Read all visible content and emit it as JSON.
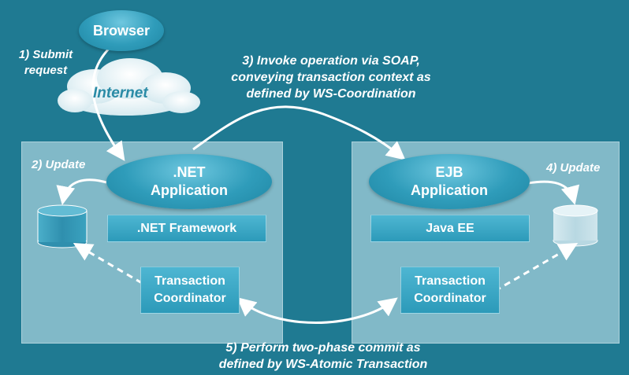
{
  "nodes": {
    "browser": "Browser",
    "internet": "Internet",
    "dotnet_app_line1": ".NET",
    "dotnet_app_line2": "Application",
    "dotnet_framework": ".NET Framework",
    "ejb_app_line1": "EJB",
    "ejb_app_line2": "Application",
    "java_ee": "Java EE",
    "tc_left_line1": "Transaction",
    "tc_left_line2": "Coordinator",
    "tc_right_line1": "Transaction",
    "tc_right_line2": "Coordinator"
  },
  "labels": {
    "step1_line1": "1) Submit",
    "step1_line2": "request",
    "step2": "2) Update",
    "step3_line1": "3) Invoke operation via SOAP,",
    "step3_line2": "conveying transaction context as",
    "step3_line3": "defined by WS-Coordination",
    "step4": "4) Update",
    "step5_line1": "5) Perform two-phase commit as",
    "step5_line2": "defined by WS-Atomic Transaction"
  },
  "colors": {
    "background": "#1f7a92",
    "node_fill": "#2f9cba",
    "panel_fill": "#bee0ea",
    "arrow": "#ffffff"
  }
}
